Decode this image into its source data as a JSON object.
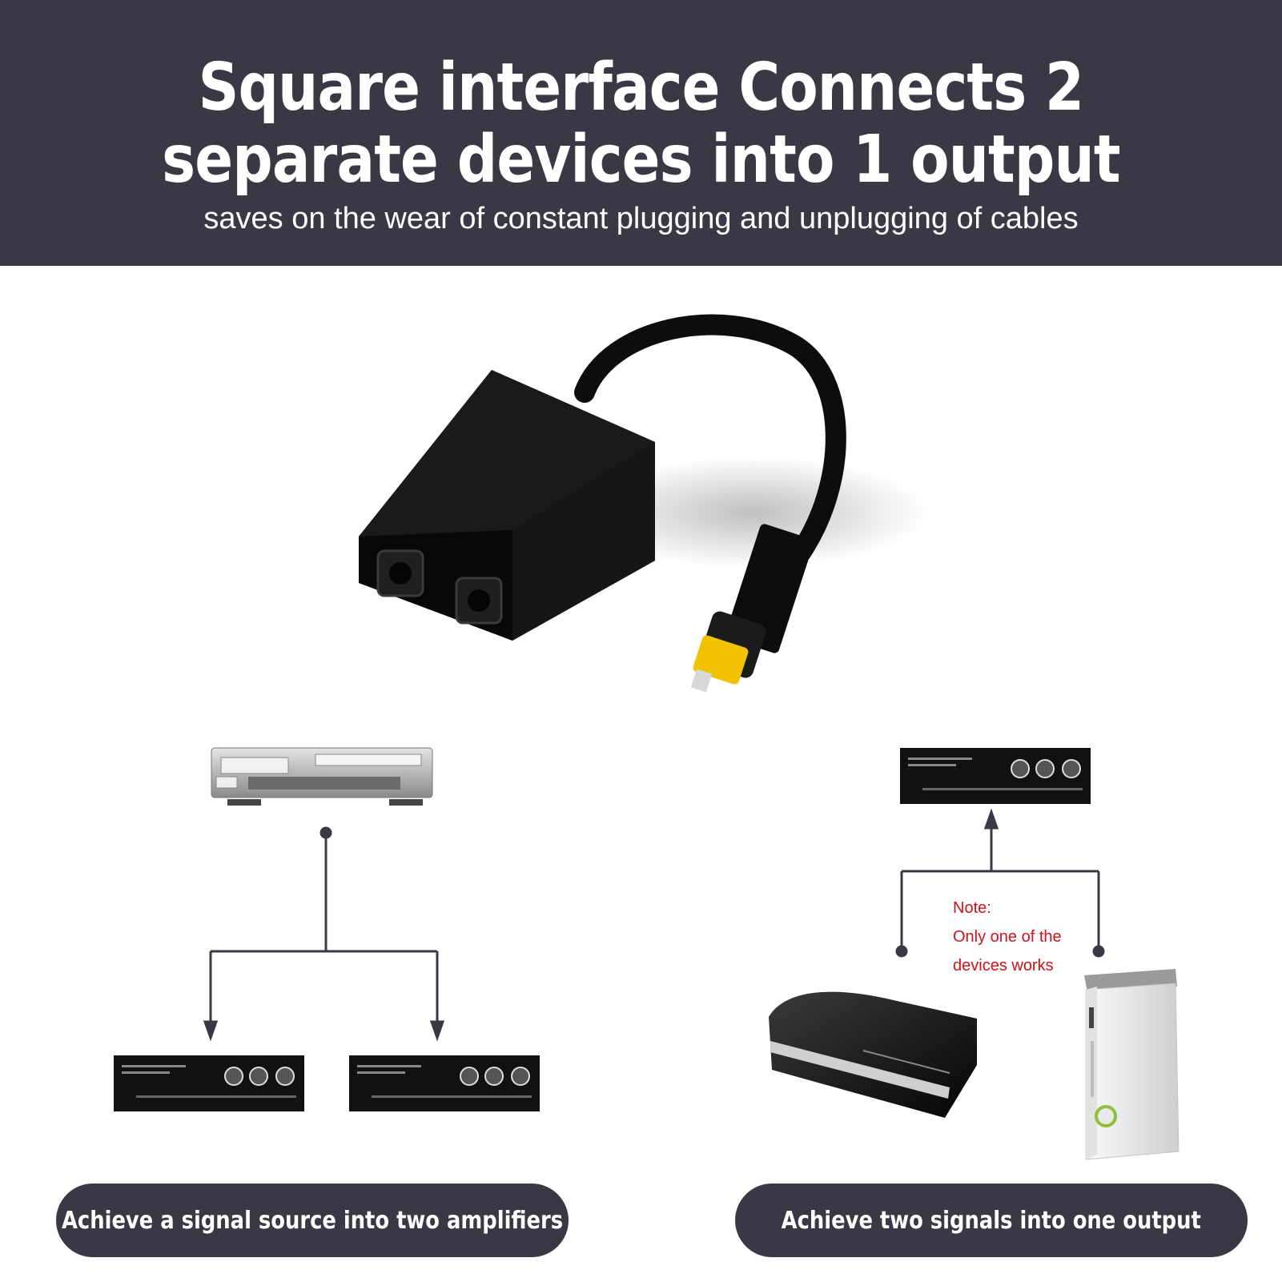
{
  "header": {
    "line1": "Square interface  Connects 2",
    "line2": "separate devices into 1 output",
    "subtitle": "saves on the wear of constant plugging and unplugging of cables"
  },
  "note": {
    "line1": "Note:",
    "line2": "Only one of the",
    "line3": "devices works"
  },
  "captions": {
    "left": "Achieve a signal source into two amplifiers",
    "right": "Achieve two signals into one output"
  },
  "colors": {
    "banner": "#3a3845",
    "note_text": "#d0101a",
    "connector_tip": "#f2c200",
    "diagram_line": "#3a3845"
  },
  "icons": [
    "splitter-device-icon",
    "dvd-player-icon",
    "amplifier-icon",
    "game-console-ps3-icon",
    "game-console-xbox360-icon"
  ]
}
